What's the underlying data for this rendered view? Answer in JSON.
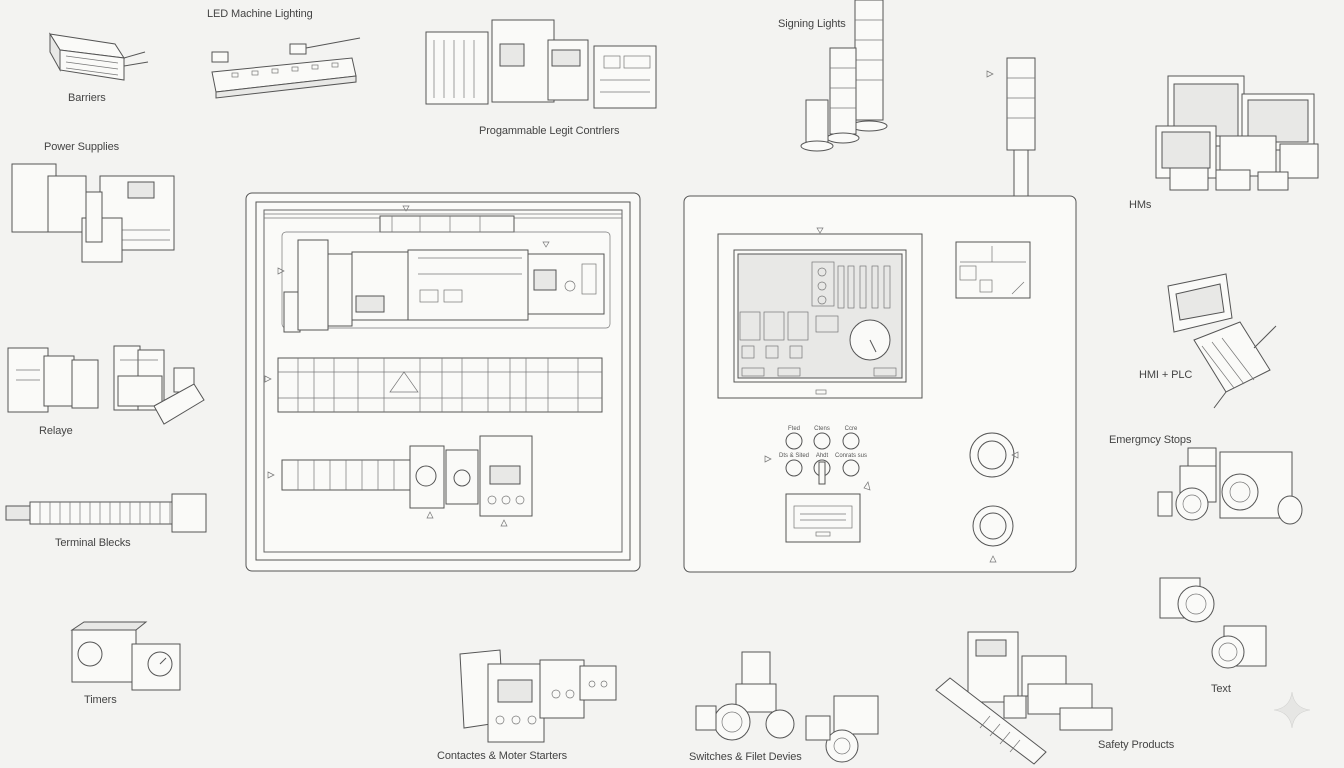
{
  "labels": {
    "led": "LED Machine Lighting",
    "barriers": "Barriers",
    "plc": "Progammable Legit Contrlers",
    "signal": "Signing Lights",
    "power": "Power Supplies",
    "hms": "HMs",
    "hmiplc": "HMI + PLC",
    "relays": "Relaye",
    "estops": "Emergmcy Stops",
    "terminal": "Terminal Blecks",
    "text": "Text",
    "timers": "Timers",
    "contactors": "Contactes & Moter Starters",
    "switches": "Switches & Filet Devies",
    "safety": "Safety Products"
  },
  "panel_buttons": {
    "row1": [
      "Fted",
      "Ctens",
      "Ccre"
    ],
    "row2": [
      "Dts & Sited",
      "Ahdt",
      "Conrats sus"
    ]
  }
}
